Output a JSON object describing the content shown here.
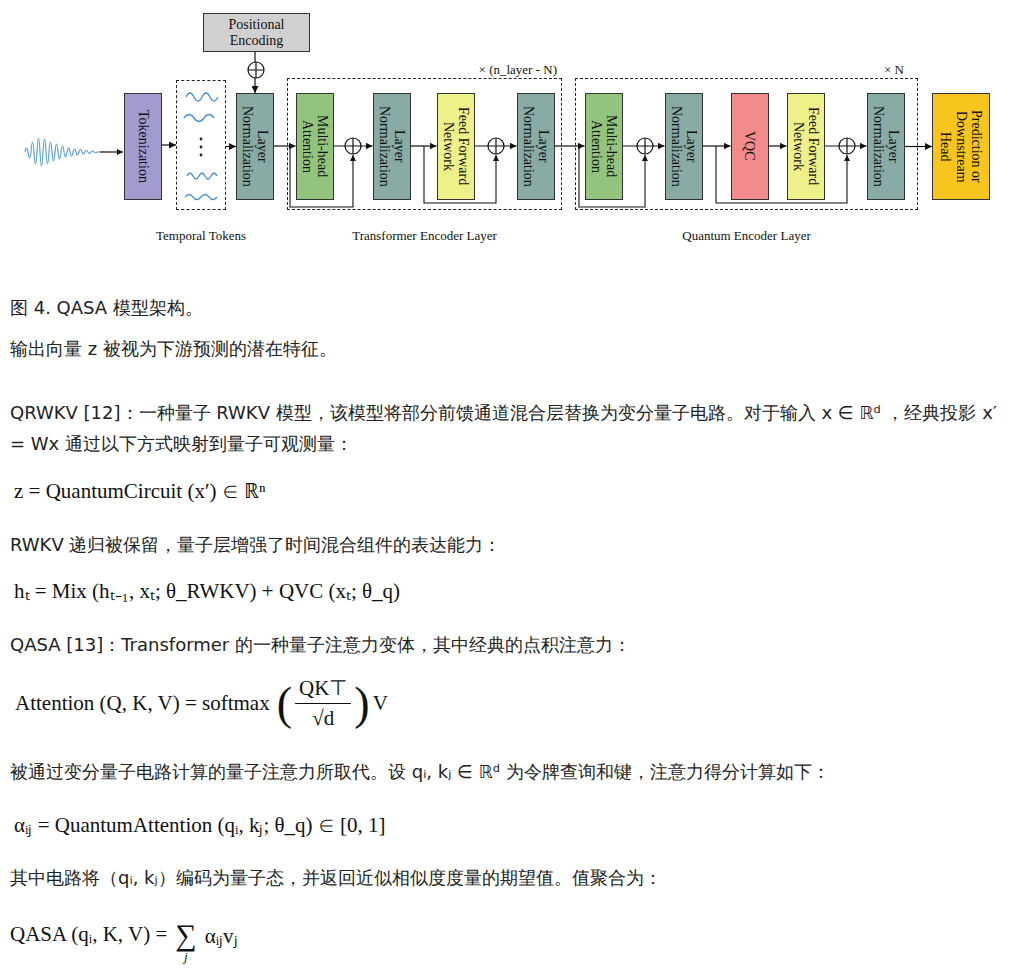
{
  "diagram": {
    "caption": "图 4. QASA 模型架构。",
    "nodes": [
      {
        "text": [
          "Tokenization"
        ]
      },
      {
        "text": [
          "Temporal Tokens"
        ]
      },
      {
        "text": [
          "Positional Encoding"
        ]
      },
      {
        "text": [
          "Layer Normalization"
        ]
      },
      {
        "text": [
          "× (n_layer - N)",
          "Transformer Encoder Layer"
        ]
      },
      {
        "text": [
          "Multi-head Attention"
        ],
        "in": 4
      },
      {
        "text": [
          "Layer Normalization"
        ],
        "in": 4
      },
      {
        "text": [
          "Feed Forward Network"
        ],
        "in": 4
      },
      {
        "text": [
          "Layer Normalization"
        ],
        "in": 4
      },
      {
        "text": [
          "× N",
          "Quantum Encoder Layer"
        ]
      },
      {
        "text": [
          "Multi-head Attention"
        ],
        "in": 9
      },
      {
        "text": [
          "Layer Normalization"
        ],
        "in": 9
      },
      {
        "text": [
          "VQC"
        ],
        "in": 9
      },
      {
        "text": [
          "Feed Forward Network"
        ],
        "in": 9
      },
      {
        "text": [
          "Layer Normalization"
        ],
        "in": 9
      },
      {
        "text": [
          "Prediction or Downstream Head"
        ]
      }
    ],
    "edges": [
      {
        "from": 0,
        "to": 1,
        "arrow": "to"
      },
      {
        "from": 1,
        "to": 3,
        "arrow": "to"
      },
      {
        "from": 2,
        "to": 3,
        "arrow": "to"
      },
      {
        "from": 3,
        "to": 5,
        "arrow": "to"
      },
      {
        "from": 5,
        "to": 6,
        "arrow": "to"
      },
      {
        "from": 6,
        "to": 7,
        "arrow": "to"
      },
      {
        "from": 7,
        "to": 8,
        "arrow": "to"
      },
      {
        "from": 8,
        "to": 10,
        "arrow": "to"
      },
      {
        "from": 10,
        "to": 11,
        "arrow": "to"
      },
      {
        "from": 11,
        "to": 12,
        "arrow": "to"
      },
      {
        "from": 12,
        "to": 13,
        "arrow": "to"
      },
      {
        "from": 13,
        "to": 14,
        "arrow": "to"
      },
      {
        "from": 14,
        "to": 15,
        "arrow": "to"
      }
    ],
    "labels": [
      "输出向量 z 被视为下游预测的潜在特征。",
      "QRWKV [12]：一种量子 RWKV 模型，该模型将部分前馈通道混合层替换为变分量子电路。对于输入 x ∈ ℝᵈ ，经典投影 x′ = Wx 通过以下方式映射到量子可观测量：",
      "z = QuantumCircuit (x′) ∈ ℝⁿ",
      "RWKV 递归被保留，量子层增强了时间混合组件的表达能力：",
      "hₜ = Mix (hₜ₋₁, xₜ; θ_RWKV) + QVC (xₜ; θ_q)",
      "QASA [13]：Transformer 的一种量子注意力变体，其中经典的点积注意力：",
      "Attention (Q, K, V) = softmax",
      "(",
      "QK⊤",
      "√d",
      ")",
      "V",
      "被通过变分量子电路计算的量子注意力所取代。设 qᵢ, kⱼ ∈ ℝᵈ 为令牌查询和键，注意力得分计算如下：",
      "αᵢⱼ = QuantumAttention (qᵢ, kⱼ; θ_q) ∈ [0, 1]",
      "其中电路将（qᵢ, kⱼ）编码为量子态，并返回近似相似度度量的期望值。值聚合为：",
      "QASA (qᵢ, K, V) =",
      "∑",
      "j",
      "αᵢⱼvⱼ"
    ]
  }
}
